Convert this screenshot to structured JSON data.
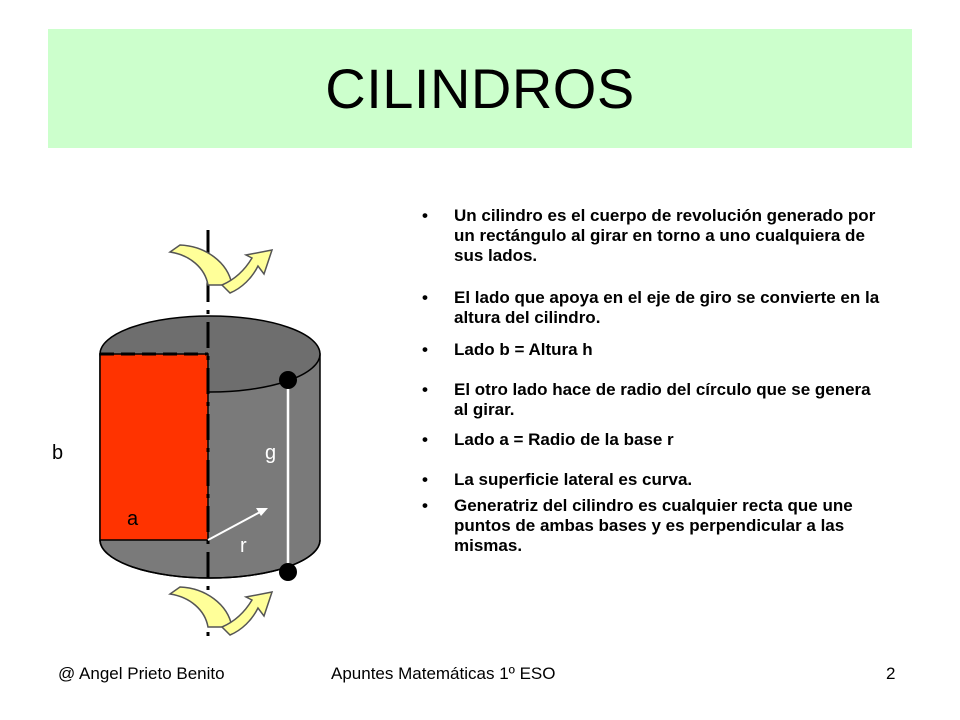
{
  "slide": {
    "title": "CILINDROS"
  },
  "figure": {
    "labels": {
      "b": "b",
      "g": "g",
      "a": "a",
      "r": "r"
    },
    "colors": {
      "cylinder": "#7a7a7a",
      "rectangle": "#ff3300",
      "arrow_fill": "#ffff99",
      "arrow_stroke": "#555555",
      "title_band": "#ccffcc"
    }
  },
  "bullets": [
    "Un cilindro es el cuerpo de revolución generado por un rectángulo al girar en torno a uno cualquiera de sus lados.",
    "El lado que apoya en el eje de giro se convierte en la altura del cilindro.",
    "Lado b = Altura h",
    "El otro lado hace de radio del círculo que se genera al girar.",
    "Lado a = Radio de la base r",
    "La superficie lateral es curva.",
    "Generatriz del cilindro es cualquier recta que une puntos de ambas bases y es perpendicular a las mismas."
  ],
  "footer": {
    "author": "@  Angel Prieto Benito",
    "course": "Apuntes Matemáticas 1º ESO",
    "page_number": "2"
  }
}
